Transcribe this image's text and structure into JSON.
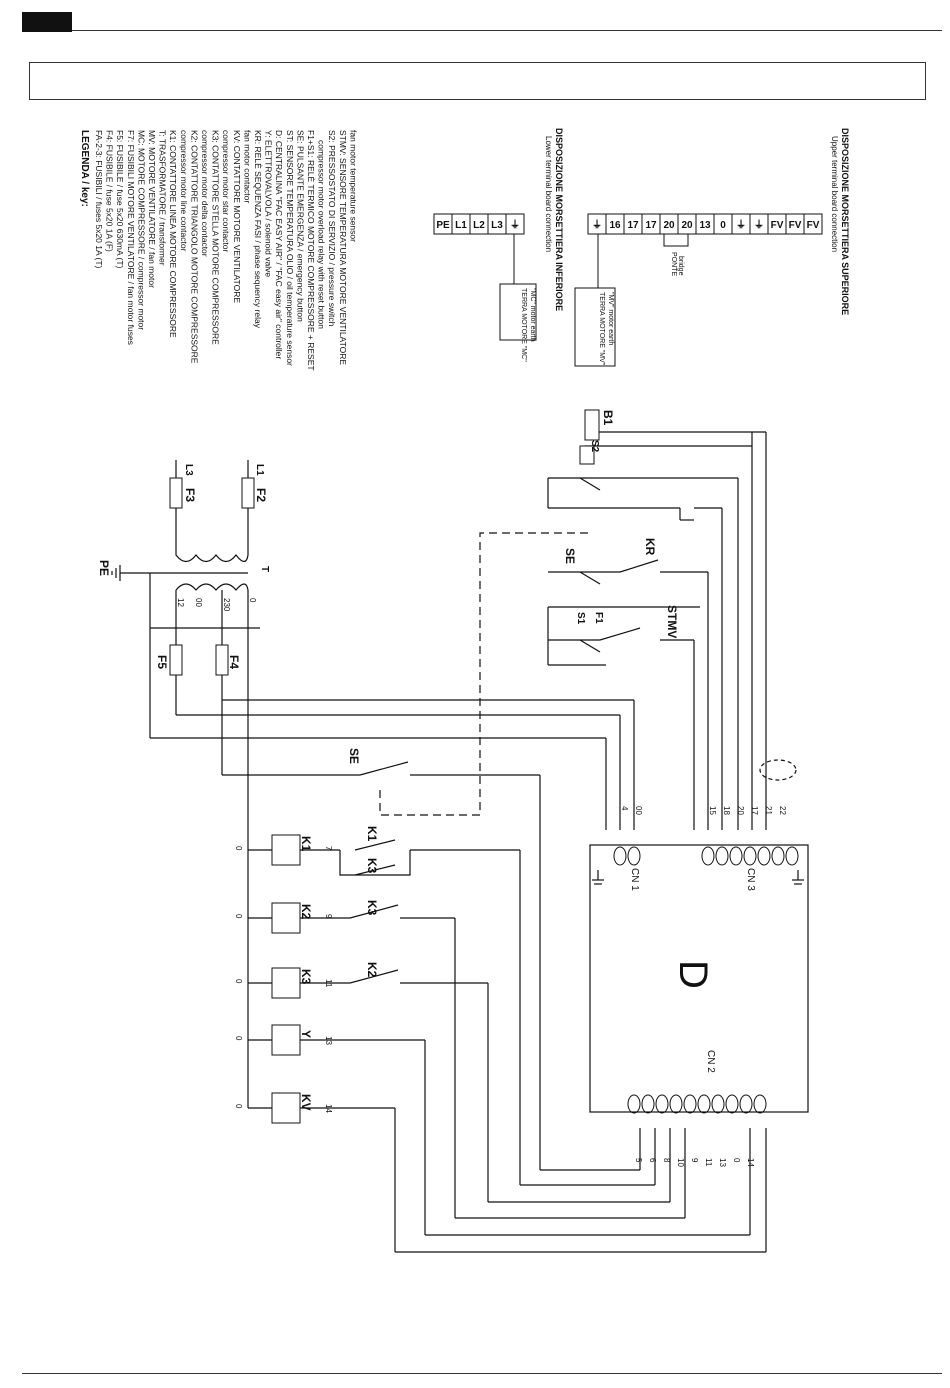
{
  "legend": {
    "title": "LEGENDA / key:",
    "lines": [
      "FA-2-3: FUSIBILI / fuses 5x20 1A (T)",
      "F4: FUSIBILE / fuse 5x20 1A (F)",
      "F5: FUSIBILE / fuse 5x20 630mA (T)",
      "F7: FUSIBILI MOTORE VENTILATORE / fan motor fuses",
      "MC: MOTORE COMPRESSORE / compressor motor",
      "MV: MOTORE VENTILATORE / fan motor",
      "T: TRASFORMATORE / transformer",
      "K1: CONTATTORE LINEA MOTORE COMPRESSORE",
      "compressor motor line contactor",
      "K2: CONTATTORE TRIANGOLO MOTORE COMPRESSORE",
      "compressor motor delta contactor",
      "K3: CONTATTORE STELLA MOTORE COMPRESSORE",
      "compressor motor star contactor",
      "KV: CONTATTORE MOTORE VENTILATORE",
      "fan motor contactor",
      "KR: RELÈ SEQUENZA FASI / phase sequency relay",
      "Y: ELETTROVALVOLA / solenoid valve",
      "D: CENTRALINA \"FAC EASY AIR\" / \"FAC easy air\" controller",
      "ST: SENSORE TEMPERATURA OLIO / oil temperature sensor",
      "SE: PULSANTE EMERGENZA / emergency button",
      "F1+S1: RELÈ TERMICO MOTORE COMPRESSORE + RESET",
      "compressor motor overload relay with reset button",
      "S2: PRESSOSTATO DI SERVIZIO / pressure switch",
      "STMV: SENSORE TEMPERATURA MOTORE VENTILATORE",
      "fan motor temperature sensor"
    ]
  },
  "upper_terminal_board": {
    "title": "DISPOSIZIONE MORSETTIERA SUPERIORE",
    "subtitle": "Upper terminal board connection",
    "cells": [
      "⏚",
      "16",
      "17",
      "17",
      "20",
      "20",
      "13",
      "0",
      "⏚",
      "⏚",
      "FV",
      "FV",
      "FV"
    ],
    "bridge_label_1": "PONTE",
    "bridge_label_2": "bridge",
    "earth_label_1": "TERRA MOTORE \"MV\"",
    "earth_label_2": "\"MV\" motor earth"
  },
  "lower_terminal_board": {
    "title": "DISPOSIZIONE MORSETTIERA INFERIORE",
    "subtitle": "Lower terminal board connection",
    "cells": [
      "PE",
      "L1",
      "L2",
      "L3",
      "⏚"
    ],
    "earth_label_1": "TERRA MOTORE \"MC\"",
    "earth_label_2": "\"MC\" motor earth"
  },
  "components": {
    "fuse_f2": "F2",
    "fuse_f3": "F3",
    "fuse_f4": "F4",
    "fuse_f5": "F5",
    "line_l1": "L1",
    "line_l3": "L3",
    "pe": "PE",
    "transformer": "T",
    "k1": "K1",
    "k2": "K2",
    "k3": "K3",
    "y": "Y",
    "kv": "KV",
    "se": "SE",
    "kr": "KR",
    "stmv": "STMV",
    "f1": "F1",
    "s1": "S1",
    "s2": "S2",
    "b1": "B1",
    "controller": "D",
    "cn1": "CN 1",
    "cn2": "CN 2",
    "cn3": "CN 3"
  },
  "wire_numbers": {
    "transformer_taps": [
      "0",
      "230",
      "00",
      "12"
    ],
    "cn1_pins": [
      "4",
      "00"
    ],
    "cn3_pins": [
      "15",
      "18",
      "20",
      "17",
      "21",
      "22"
    ],
    "cn2_pins": [
      "5",
      "6",
      "8",
      "10",
      "9",
      "11",
      "13",
      "0",
      "14"
    ],
    "coil_rail": [
      "0",
      "0",
      "0",
      "0",
      "0"
    ],
    "coil_a1": [
      "7",
      "9",
      "11",
      "13",
      "14"
    ]
  }
}
